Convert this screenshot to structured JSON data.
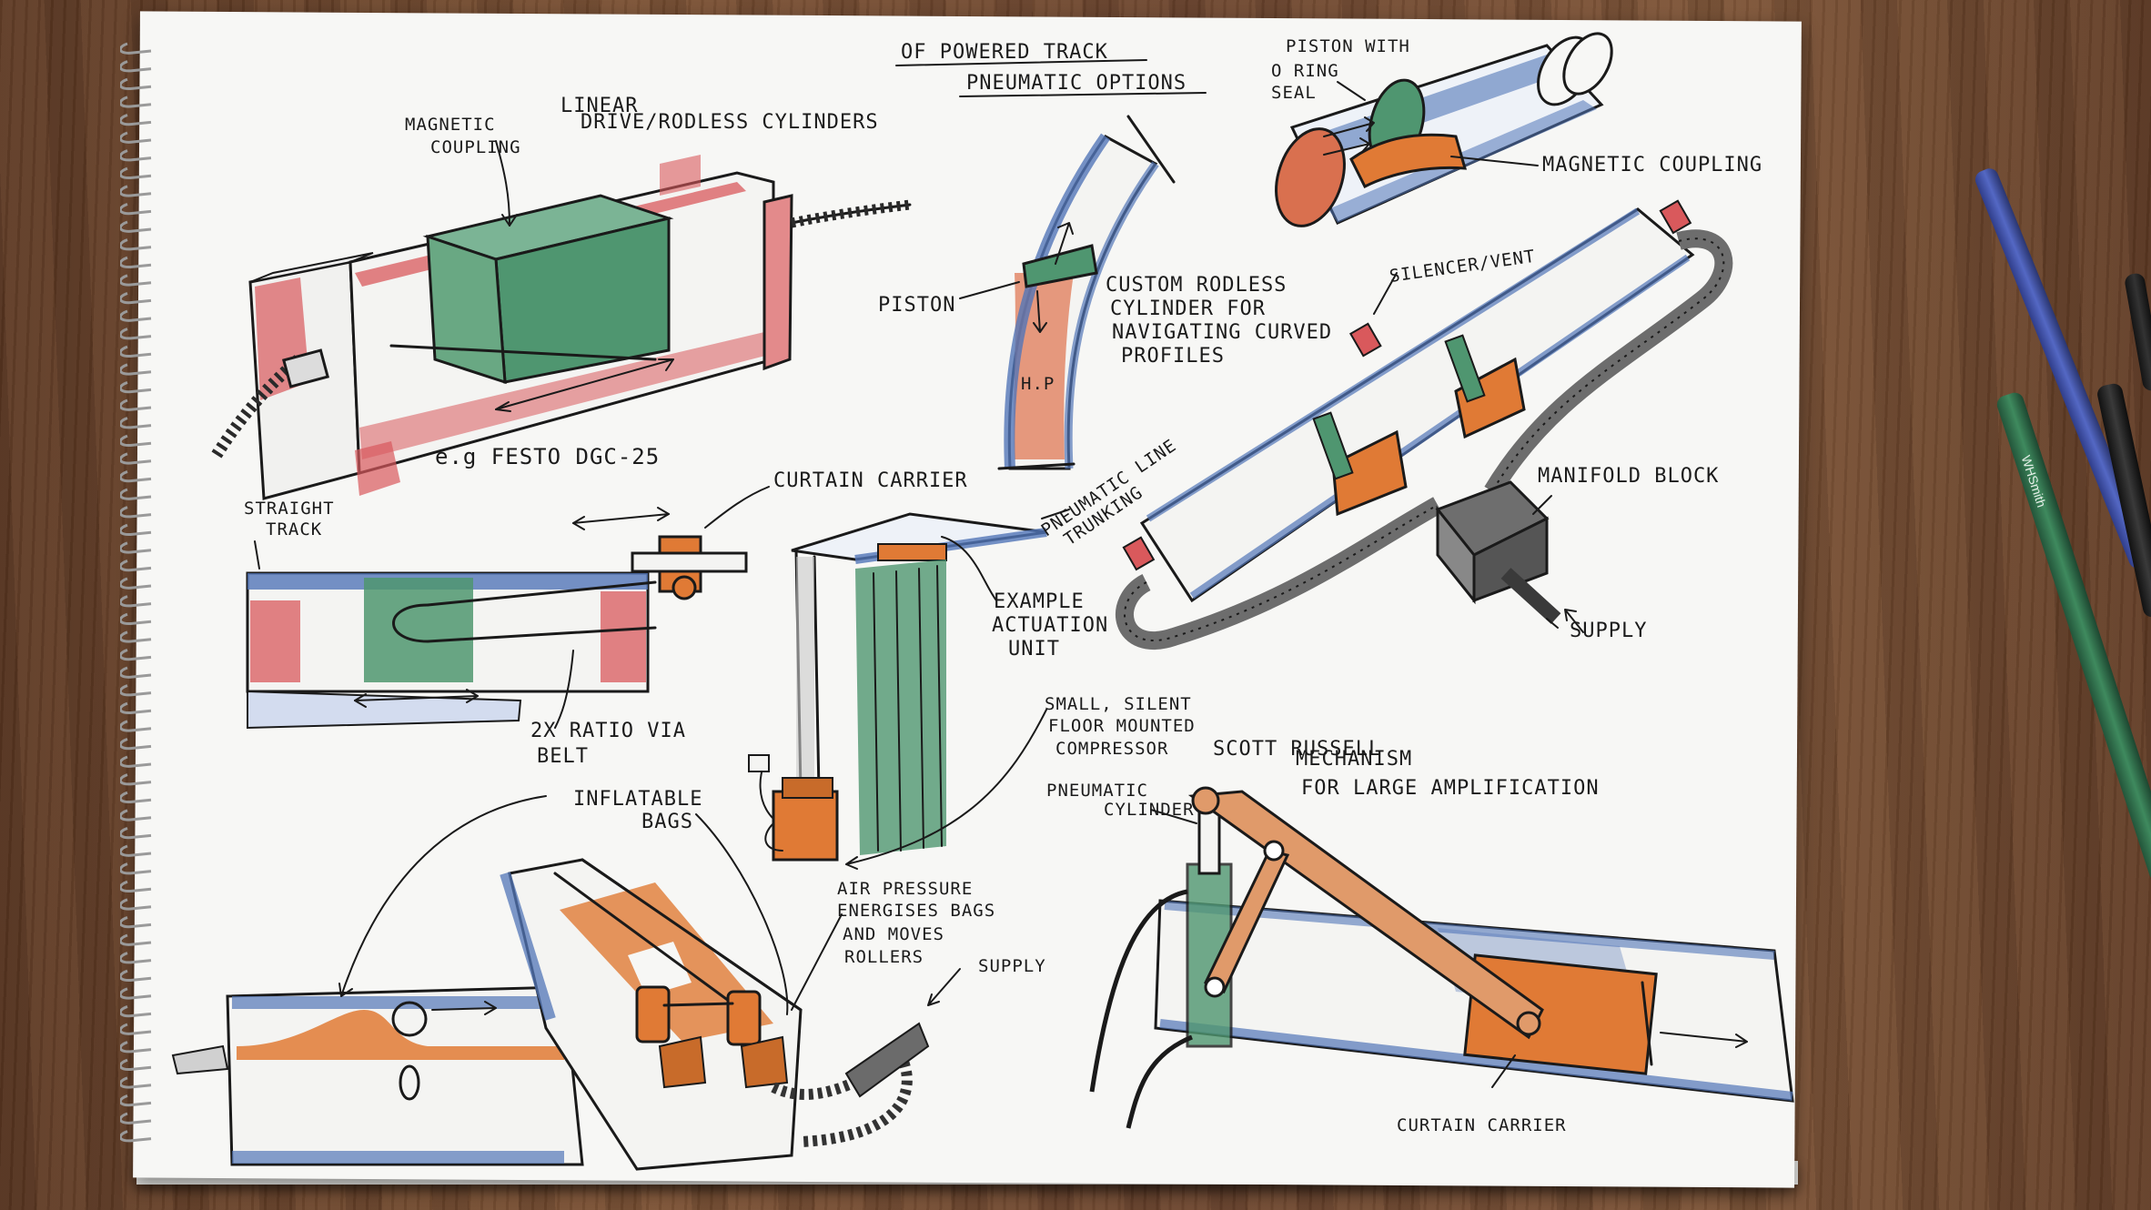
{
  "title_line_1": "OF POWERED TRACK",
  "title_line_2": "PNEUMATIC OPTIONS",
  "labels": {
    "magnetic_coupling_1": "MAGNETIC COUPLING",
    "linear_drive_1": "LINEAR",
    "linear_drive_2": "DRIVE/RODLESS CYLINDERS",
    "festo": "e.g FESTO DGC-25",
    "piston": "PISTON",
    "hp": "H.P",
    "custom_rodless_1": "CUSTOM RODLESS",
    "custom_rodless_2": "CYLINDER FOR",
    "custom_rodless_3": "NAVIGATING CURVED",
    "custom_rodless_4": "PROFILES",
    "piston_oring_1": "PISTON WITH",
    "piston_oring_2": "O RING",
    "piston_oring_3": "SEAL",
    "magnetic_coupling_2": "MAGNETIC COUPLING",
    "silencer_vent": "SILENCER/VENT",
    "manifold_block": "MANIFOLD BLOCK",
    "supply_1": "SUPPLY",
    "straight_track_1": "STRAIGHT",
    "straight_track_2": "TRACK",
    "curtain_carrier_1": "CURTAIN CARRIER",
    "ratio_1": "2X RATIO VIA",
    "ratio_2": "BELT",
    "pneumatic_line_1": "PNEUMATIC LINE",
    "pneumatic_line_2": "TRUNKING",
    "example_actuation_1": "EXAMPLE",
    "example_actuation_2": "ACTUATION",
    "example_actuation_3": "UNIT",
    "compressor_1": "SMALL, SILENT",
    "compressor_2": "FLOOR MOUNTED",
    "compressor_3": "COMPRESSOR",
    "scott_russell_1": "SCOTT RUSSELL",
    "scott_russell_2": "MECHANISM",
    "scott_russell_3": "FOR LARGE AMPLIFICATION",
    "pneumatic_cylinder_1": "PNEUMATIC",
    "pneumatic_cylinder_2": "CYLINDER",
    "inflatable_1": "INFLATABLE",
    "inflatable_2": "BAGS",
    "air_pressure_1": "AIR PRESSURE",
    "air_pressure_2": "ENERGISES BAGS",
    "air_pressure_3": "AND MOVES",
    "air_pressure_4": "ROLLERS",
    "supply_2": "SUPPLY",
    "curtain_carrier_2": "CURTAIN CARRIER"
  },
  "pen_brand": "WHSmith",
  "colors": {
    "red": "#d9595c",
    "green": "#4f9670",
    "blue": "#5276b8",
    "orange": "#e07a35",
    "ink": "#1a1a1a"
  }
}
